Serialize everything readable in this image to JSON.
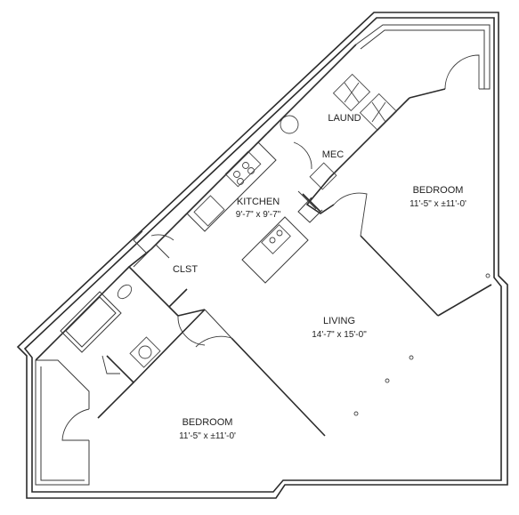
{
  "rooms": {
    "bedroom_top": {
      "name": "BEDROOM",
      "size": "11'-5\" x ±11'-0'"
    },
    "kitchen": {
      "name": "KITCHEN",
      "size": "9'-7\" x 9'-7\""
    },
    "laund": {
      "name": "LAUND"
    },
    "mec": {
      "name": "MEC"
    },
    "clst": {
      "name": "CLST"
    },
    "living": {
      "name": "LIVING",
      "size": "14'-7\" x 15'-0\""
    },
    "bedroom_bottom": {
      "name": "BEDROOM",
      "size": "11'-5\" x ±11'-0'"
    }
  }
}
